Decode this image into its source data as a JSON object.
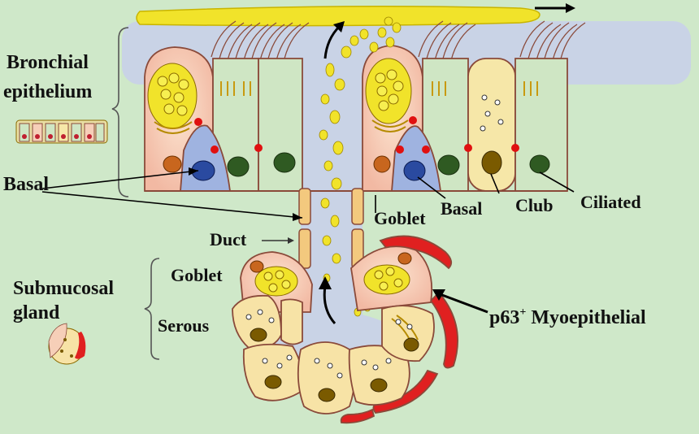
{
  "labels": {
    "bronchial_line1": "Bronchial",
    "bronchial_line2": "epithelium",
    "basal_left": "Basal",
    "goblet_upper": "Goblet",
    "basal_right": "Basal",
    "club": "Club",
    "ciliated": "Ciliated",
    "duct": "Duct",
    "goblet_lower": "Goblet",
    "serous": "Serous",
    "submucosal_line1": "Submucosal",
    "submucosal_line2": "gland",
    "myoepithelial_prefix": "p63",
    "myoepithelial_sup": "+",
    "myoepithelial_suffix": " Myoepithelial"
  },
  "colors": {
    "background": "#cfe8c9",
    "lumen": "#c9d3e6",
    "mucus": "#f1e32a",
    "goblet_cell": "#f6cfb8",
    "basal_cell": "#9fb3e0",
    "ciliated_cell": "#cfe6c4",
    "club_cell": "#f6e7a8",
    "serous_cell": "#f7e3a6",
    "myoepithelial": "#e02020",
    "marker_dot": "#e01010"
  }
}
